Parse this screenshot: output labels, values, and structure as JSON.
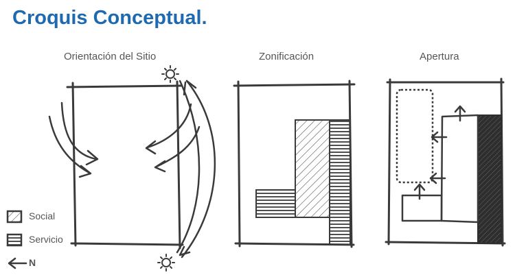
{
  "title": "Croquis Conceptual.",
  "panels": {
    "orientation": "Orientación del Sitio",
    "zoning": "Zonificación",
    "opening": "Apertura"
  },
  "legend": {
    "social": "Social",
    "service": "Servicio",
    "north": "N"
  },
  "colors": {
    "title": "#1e6ab0",
    "ink": "#3a3a3a"
  }
}
